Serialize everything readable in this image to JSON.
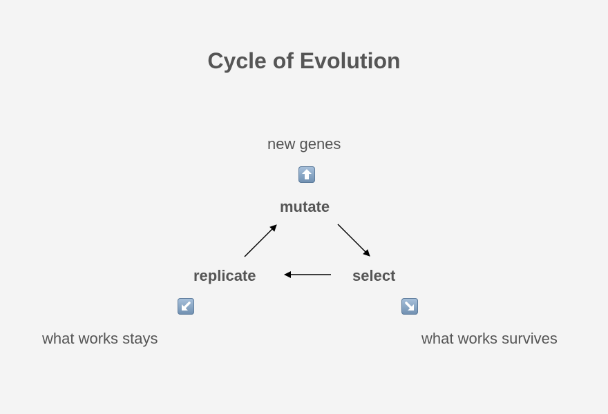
{
  "title": "Cycle of Evolution",
  "nodes": {
    "mutate": "mutate",
    "replicate": "replicate",
    "select": "select"
  },
  "notes": {
    "top": "new genes",
    "left": "what works stays",
    "right": "what works survives"
  },
  "icons": {
    "top": "up-arrow-icon",
    "left": "down-left-arrow-icon",
    "right": "down-right-arrow-icon"
  }
}
